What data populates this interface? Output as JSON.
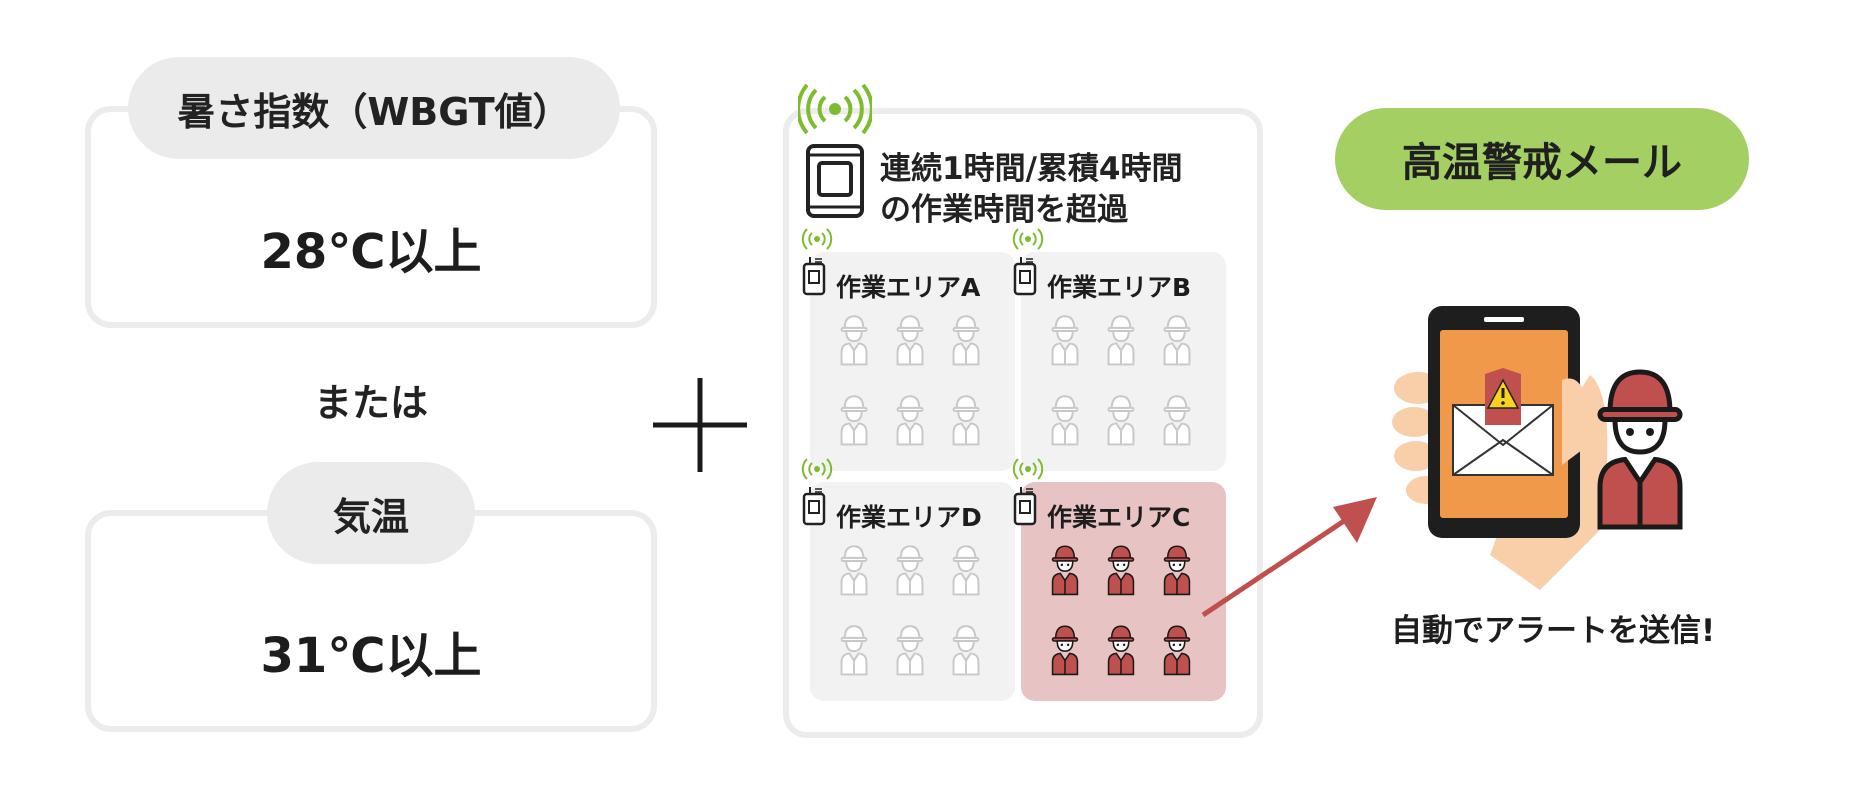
{
  "conditions": {
    "wbgt": {
      "label": "暑さ指数（WBGT値）",
      "value": "28℃以上"
    },
    "connector": "または",
    "temperature": {
      "label": "気温",
      "value": "31℃以上"
    }
  },
  "plus_symbol": "+",
  "work_panel": {
    "title_line1": "連続1時間/累積4時間",
    "title_line2": "の作業時間を超過",
    "zones": [
      {
        "label": "作業エリアA",
        "status": "normal"
      },
      {
        "label": "作業エリアB",
        "status": "normal"
      },
      {
        "label": "作業エリアD",
        "status": "normal"
      },
      {
        "label": "作業エリアC",
        "status": "alert"
      }
    ]
  },
  "result": {
    "alert_title": "高温警戒メール",
    "send_text": "自動でアラートを送信!"
  },
  "colors": {
    "signal_green": "#7dbb2f",
    "alert_red": "#c0504d",
    "alert_pill": "#a4cf63",
    "phone_screen": "#f0994a",
    "worker_gray": "#c8c8c8"
  }
}
